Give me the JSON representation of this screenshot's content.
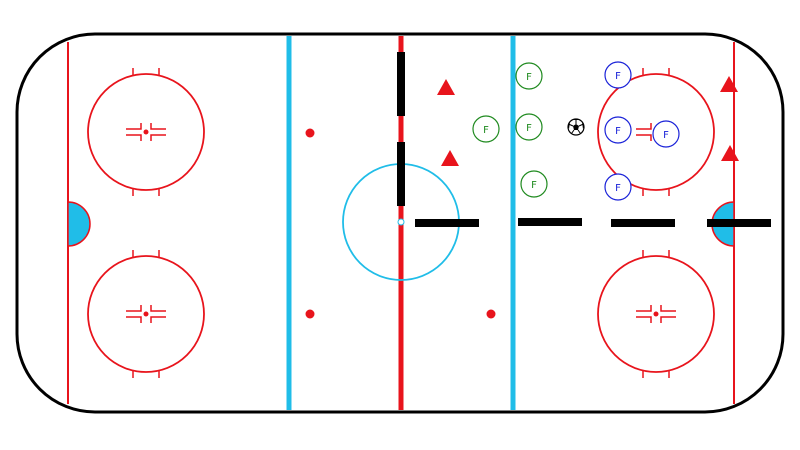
{
  "colors": {
    "background": "#ffffff",
    "boards": "#000000",
    "red_line": "#e8141c",
    "blue_line": "#20bde8",
    "crease_fill": "#20bde8",
    "center_circle": "#20bde8",
    "green_player": "#1f8a1f",
    "blue_player": "#1a22d8",
    "cone": "#e8141c",
    "barrier": "#000000"
  },
  "players": {
    "green": [
      {
        "label": "F"
      },
      {
        "label": "F"
      },
      {
        "label": "F"
      },
      {
        "label": "F"
      }
    ],
    "blue": [
      {
        "label": "F"
      },
      {
        "label": "F"
      },
      {
        "label": "F"
      },
      {
        "label": "F"
      }
    ]
  },
  "cones": [
    {
      "name": "cone-1",
      "color": "red"
    },
    {
      "name": "cone-2",
      "color": "red"
    },
    {
      "name": "cone-3",
      "color": "red"
    },
    {
      "name": "cone-4",
      "color": "red"
    }
  ],
  "ball": {
    "icon": "soccer-ball-icon"
  },
  "barriers": [
    {
      "name": "barrier-vertical-upper"
    },
    {
      "name": "barrier-vertical-lower"
    },
    {
      "name": "barrier-horizontal-1"
    },
    {
      "name": "barrier-horizontal-2"
    },
    {
      "name": "barrier-horizontal-3"
    },
    {
      "name": "barrier-horizontal-4"
    }
  ]
}
